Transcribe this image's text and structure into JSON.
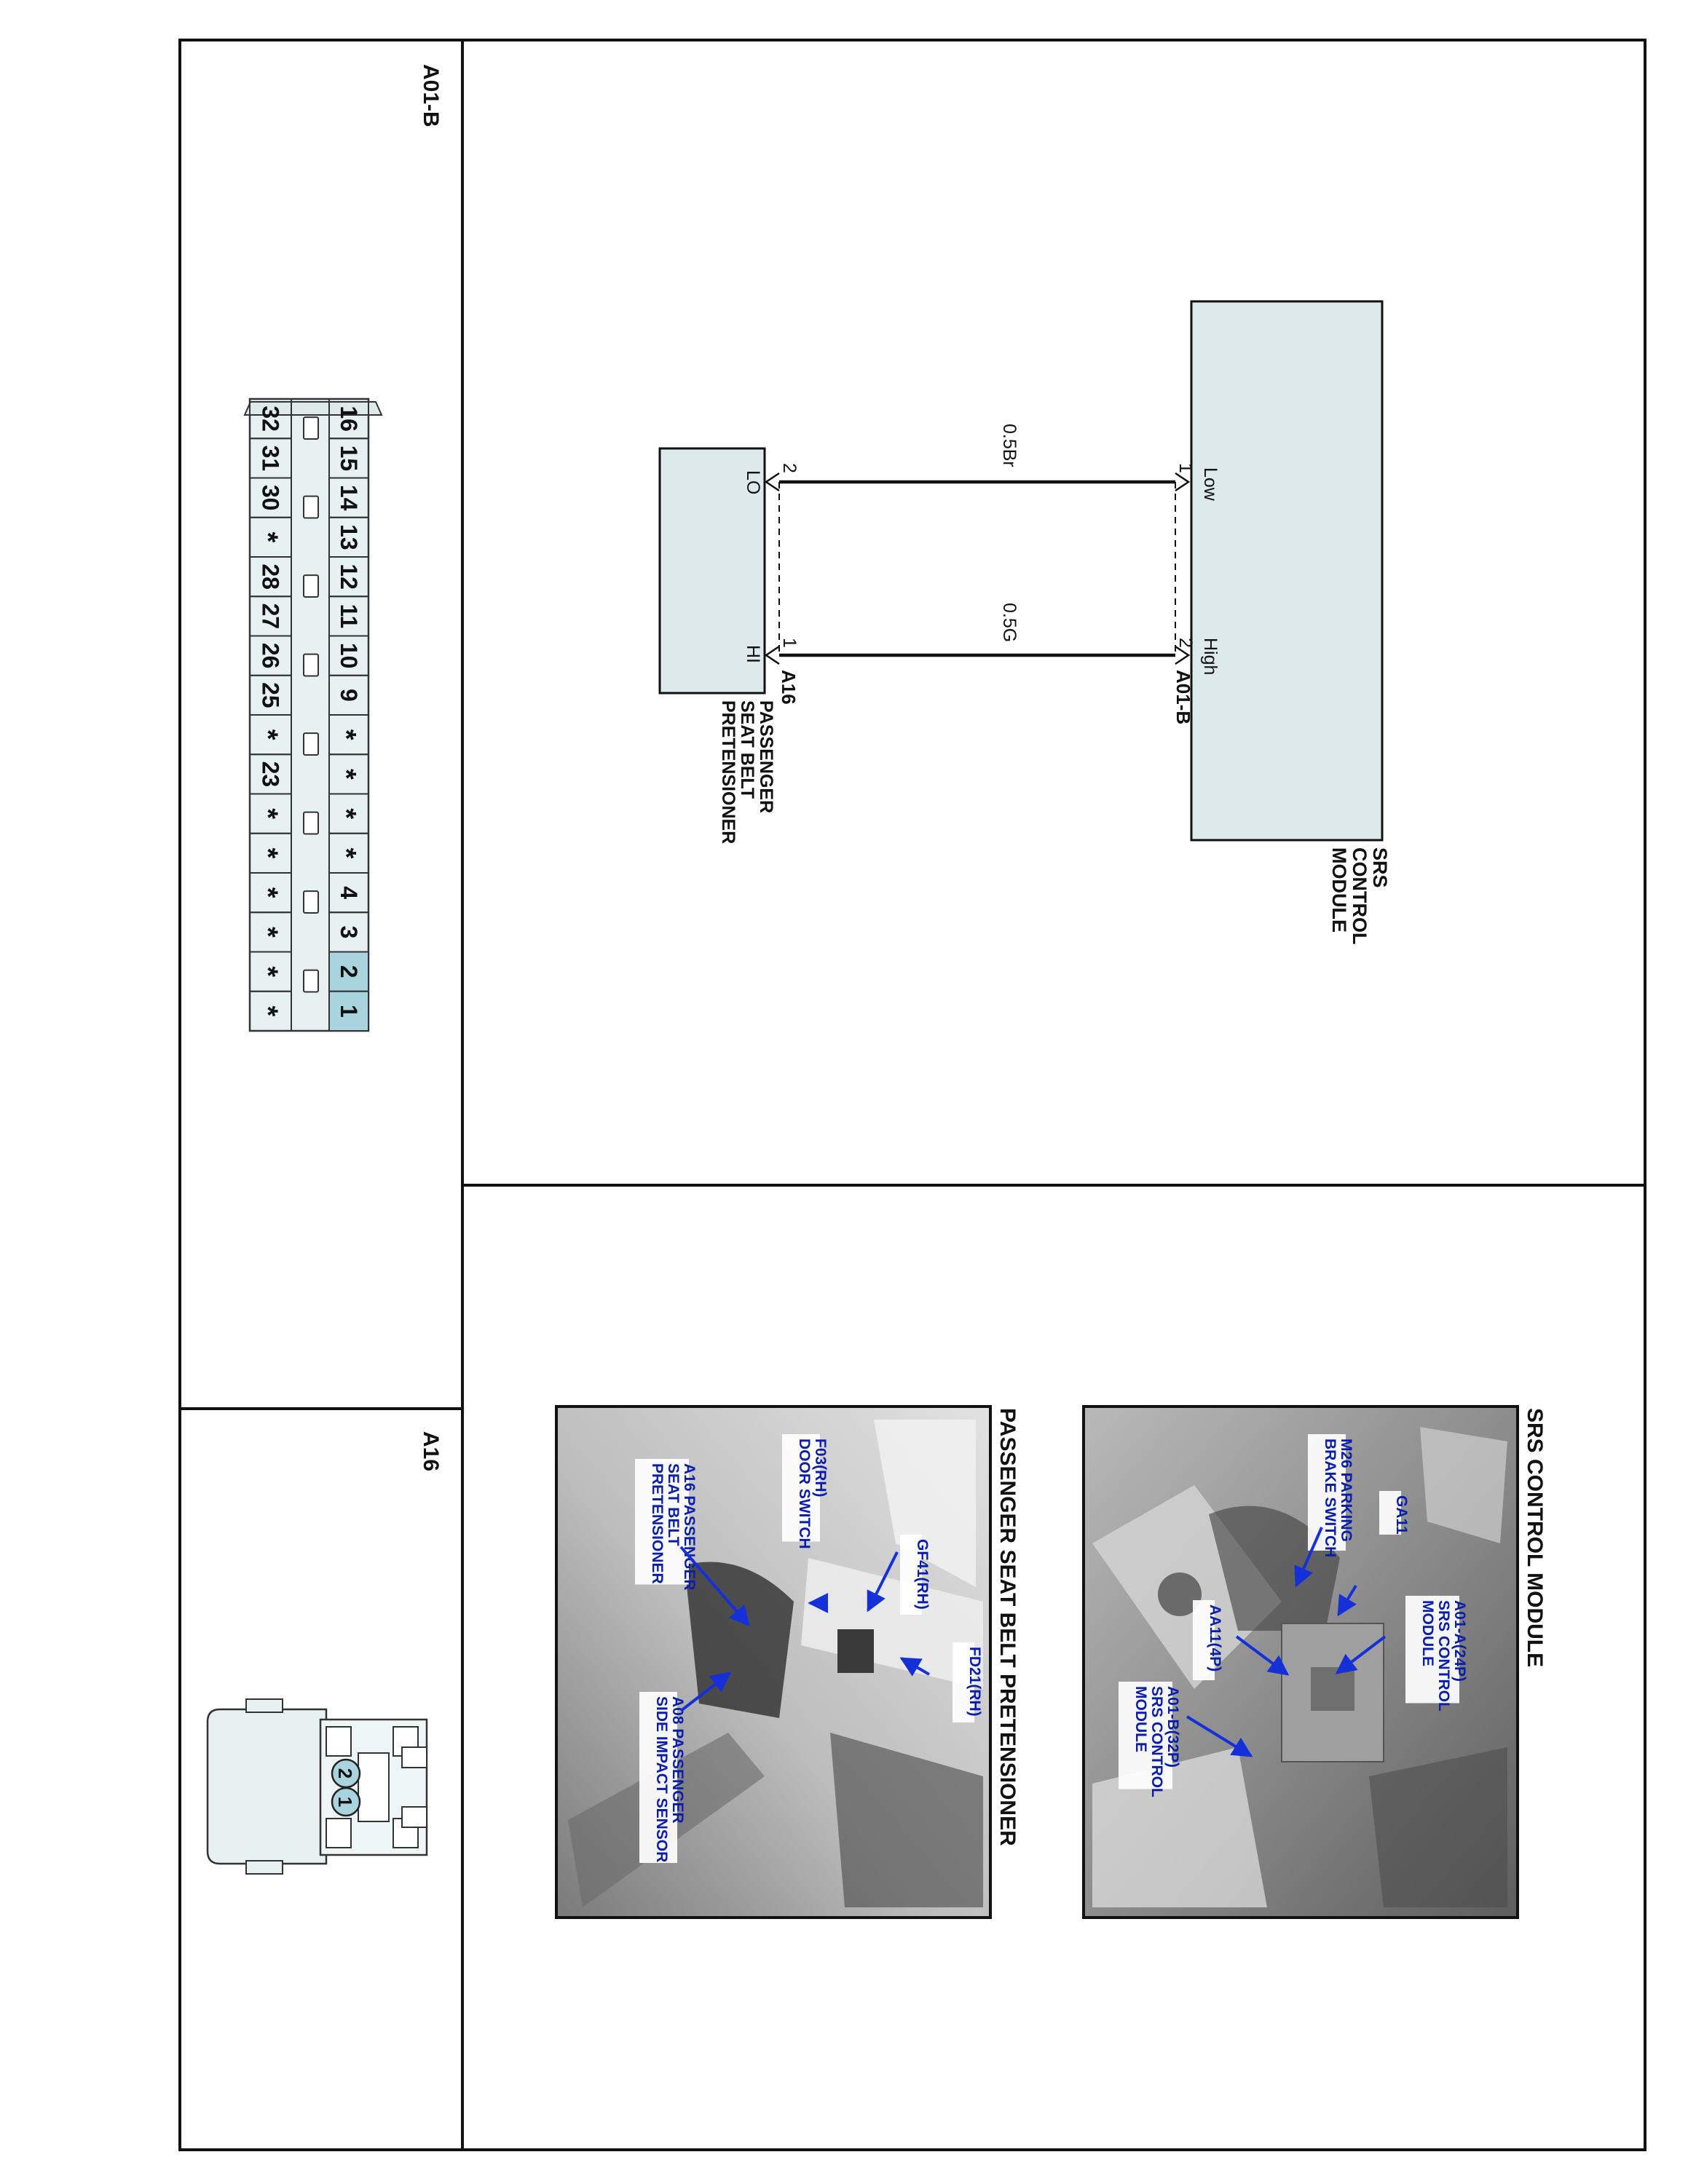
{
  "connector_a01b": {
    "title": "A01-B",
    "top_row": [
      "16",
      "15",
      "14",
      "13",
      "12",
      "11",
      "10",
      "9",
      "*",
      "*",
      "*",
      "*",
      "4",
      "3",
      "2",
      "1"
    ],
    "bottom_row": [
      "32",
      "31",
      "30",
      "*",
      "28",
      "27",
      "26",
      "25",
      "*",
      "23",
      "*",
      "*",
      "*",
      "*",
      "*",
      "*"
    ],
    "highlighted": [
      "1",
      "2"
    ]
  },
  "connector_a16": {
    "title": "A16",
    "pins": [
      "2",
      "1"
    ]
  },
  "schematic": {
    "srs_module": {
      "name_lines": [
        "SRS",
        "CONTROL",
        "MODULE"
      ],
      "connector": "A01-B",
      "pin_low_label": "Low",
      "pin_high_label": "High",
      "pin_low_number": "1",
      "pin_high_number": "2"
    },
    "pretensioner": {
      "name_lines": [
        "PASSENGER",
        "SEAT BELT",
        "PRETENSIONER"
      ],
      "connector": "A16",
      "pin_lo_label": "LO",
      "pin_hi_label": "HI",
      "pin_lo_number": "2",
      "pin_hi_number": "1"
    },
    "wires": [
      {
        "color": "0.5Br"
      },
      {
        "color": "0.5G"
      }
    ]
  },
  "photos": {
    "srs": {
      "title": "SRS CONTROL MODULE",
      "labels": [
        [
          "M26 PARKING",
          "BRAKE SWITCH"
        ],
        [
          "GA11"
        ],
        [
          "A01-A(24P)",
          "SRS CONTROL",
          "MODULE"
        ],
        [
          "AA11(4P)"
        ],
        [
          "A01-B(32P)",
          "SRS CONTROL",
          "MODULE"
        ]
      ]
    },
    "pretensioner": {
      "title": "PASSENGER SEAT BELT PRETENSIONER",
      "labels": [
        [
          "F03(RH)",
          "DOOR SWITCH"
        ],
        [
          "A16 PASSENGER",
          "SEAT BELT",
          "PRETENSIONER"
        ],
        [
          "GF41(RH)"
        ],
        [
          "FD21(RH)"
        ],
        [
          "A08 PASSENGER",
          "SIDE IMPACT SENSOR"
        ]
      ]
    }
  },
  "colors": {
    "module_fill": "#dde9ea",
    "pin_highlight": "#a9d4dd",
    "label_blue": "#0a1ea8",
    "arrow_blue": "#1530d8",
    "line": "#111111"
  }
}
